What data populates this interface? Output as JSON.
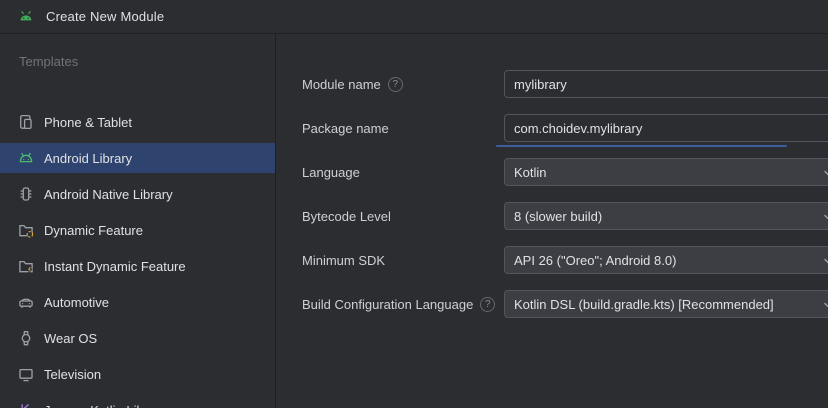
{
  "window": {
    "title": "Create New Module"
  },
  "colors": {
    "background": "#2b2d30",
    "divider": "#1e1f22",
    "selection_blue": "#2e436e",
    "field_border": "#53565c",
    "combo_background": "#3c3e43",
    "text_primary": "#dfe1e5",
    "text_muted": "#6f737a",
    "android_green": "#4dbd6d",
    "titlebar_green": "#3fae58",
    "folder_accent_yellow": "#d9a343",
    "kotlin_purple": "#9876cf",
    "underline_blue": "#3d5f9e",
    "icon_gray": "#9da0a8"
  },
  "sidebar": {
    "section_label": "Templates",
    "items": [
      {
        "id": "phone-tablet",
        "label": "Phone & Tablet",
        "icon": "phone-tablet-icon",
        "selected": false
      },
      {
        "id": "android-library",
        "label": "Android Library",
        "icon": "android-robot-icon",
        "selected": true
      },
      {
        "id": "android-native-library",
        "label": "Android Native Library",
        "icon": "native-chip-icon",
        "selected": false
      },
      {
        "id": "dynamic-feature",
        "label": "Dynamic Feature",
        "icon": "folder-dashed-circle-icon",
        "selected": false
      },
      {
        "id": "instant-dynamic-feature",
        "label": "Instant Dynamic Feature",
        "icon": "folder-lightning-icon",
        "selected": false
      },
      {
        "id": "automotive",
        "label": "Automotive",
        "icon": "car-icon",
        "selected": false
      },
      {
        "id": "wear-os",
        "label": "Wear OS",
        "icon": "watch-icon",
        "selected": false
      },
      {
        "id": "television",
        "label": "Television",
        "icon": "tv-icon",
        "selected": false
      },
      {
        "id": "java-kotlin-library",
        "label": "Java or Kotlin Library",
        "icon": "kotlin-icon",
        "selected": false
      }
    ]
  },
  "form": {
    "rows": [
      {
        "id": "module-name",
        "label": "Module name",
        "has_help": true,
        "type": "text",
        "value": "mylibrary"
      },
      {
        "id": "package-name",
        "label": "Package name",
        "has_help": false,
        "type": "text",
        "value": "com.choidev.mylibrary",
        "underline": true
      },
      {
        "id": "language",
        "label": "Language",
        "has_help": false,
        "type": "select",
        "value": "Kotlin"
      },
      {
        "id": "bytecode-level",
        "label": "Bytecode Level",
        "has_help": false,
        "type": "select",
        "value": "8 (slower build)"
      },
      {
        "id": "minimum-sdk",
        "label": "Minimum SDK",
        "has_help": false,
        "type": "select",
        "value": "API 26 (\"Oreo\"; Android 8.0)"
      },
      {
        "id": "build-configuration-language",
        "label": "Build Configuration Language",
        "has_help": true,
        "type": "select",
        "value": "Kotlin DSL (build.gradle.kts) [Recommended]"
      }
    ],
    "help_glyph": "?"
  }
}
